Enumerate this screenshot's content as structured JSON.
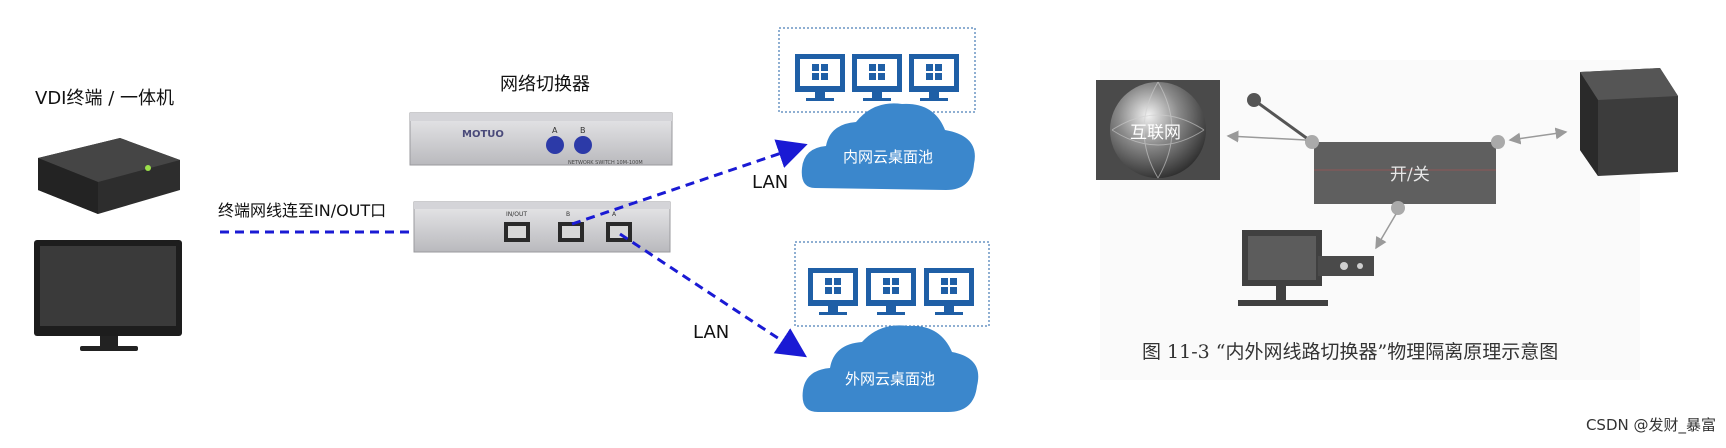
{
  "left": {
    "vdi_label": "VDI终端 / 一体机",
    "switch_title": "网络切换器",
    "cable_label": "终端网线连至IN/OUT口",
    "lan_top": "LAN",
    "lan_bottom": "LAN",
    "cloud_top": "内网云桌面池",
    "cloud_bottom": "外网云桌面池",
    "switch_brand": "MOTUO",
    "switch_front_text": "NETWORK SWITCH 10M-100M",
    "port_labels": [
      "IN/OUT",
      "B",
      "A"
    ],
    "button_labels": [
      "A",
      "B"
    ]
  },
  "right": {
    "internet_label": "互联网",
    "switch_label": "开/关",
    "caption": "图 11-3  “内外网线路切换器”物理隔离原理示意图"
  },
  "watermark": "CSDN @发财_暴富",
  "colors": {
    "arrow_blue": "#1a1ad4",
    "cloud_blue": "#3b87cc",
    "monitor_blue": "#1f5fa6"
  }
}
